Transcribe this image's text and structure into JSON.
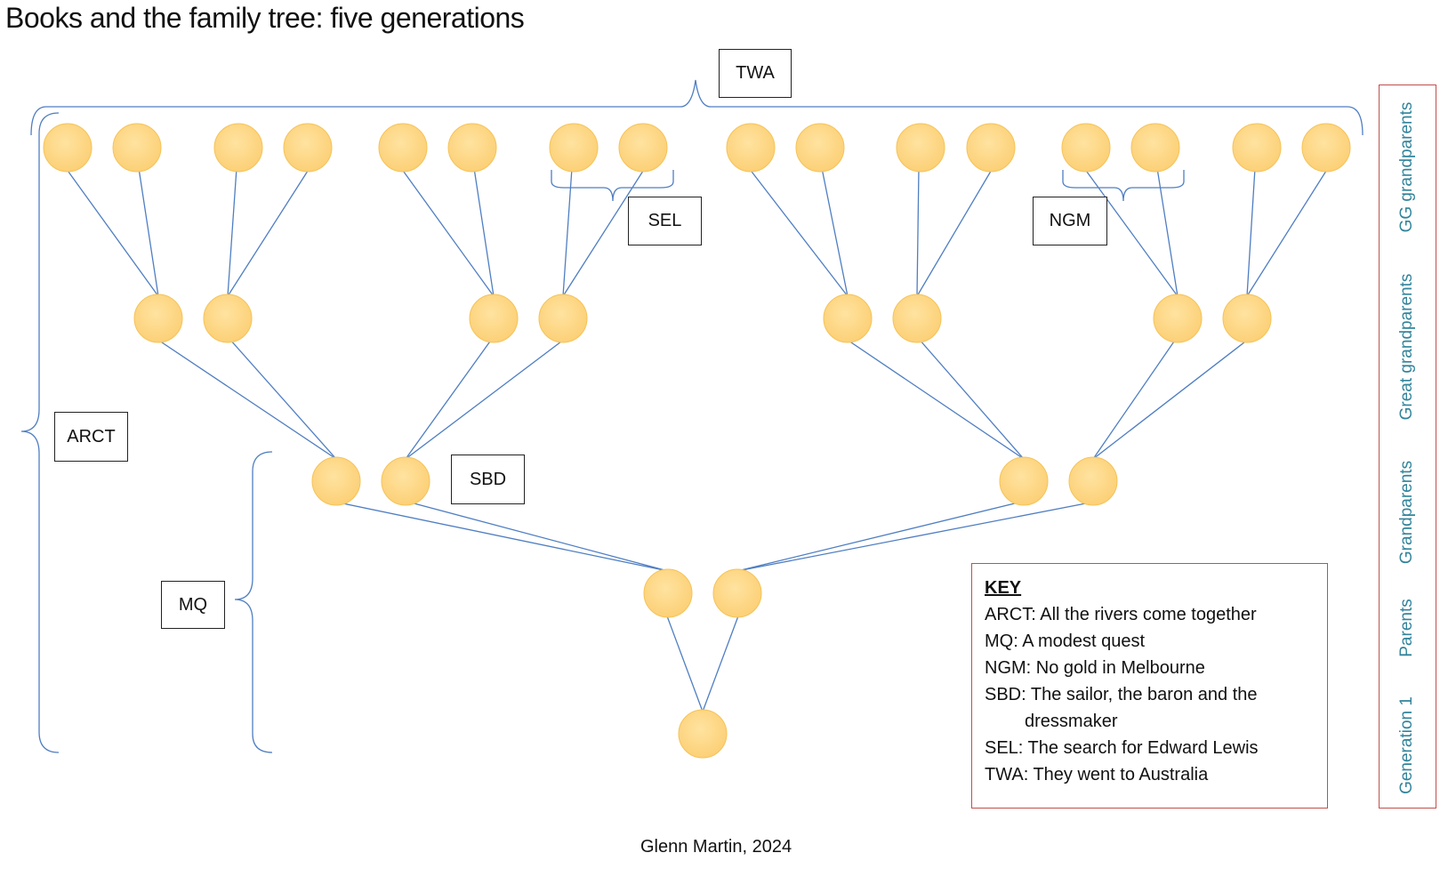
{
  "title": "Books and the family tree: five generations",
  "boxes": {
    "twa": "TWA",
    "sel": "SEL",
    "ngm": "NGM",
    "arct": "ARCT",
    "sbd": "SBD",
    "mq": "MQ"
  },
  "key": {
    "heading": "KEY",
    "arct": "ARCT: All the rivers come together",
    "mq": "MQ: A modest quest",
    "ngm": "NGM: No gold in Melbourne",
    "sbd_line1": "SBD: The sailor, the baron and the",
    "sbd_line2": "dressmaker",
    "sel": "SEL: The search for Edward Lewis",
    "twa": "TWA: They went to Australia"
  },
  "generations": {
    "gen1": "Generation 1",
    "parents": "Parents",
    "grandparents": "Grandparents",
    "great_grandparents": "Great grandparents",
    "gg_grandparents": "GG grandparents"
  },
  "credit": "Glenn Martin, 2024",
  "colors": {
    "node_fill": "#fdd57e",
    "node_stroke": "#f5c358",
    "line": "#4f7ec2",
    "key_border": "#c0504d",
    "gen_text": "#31849b"
  }
}
